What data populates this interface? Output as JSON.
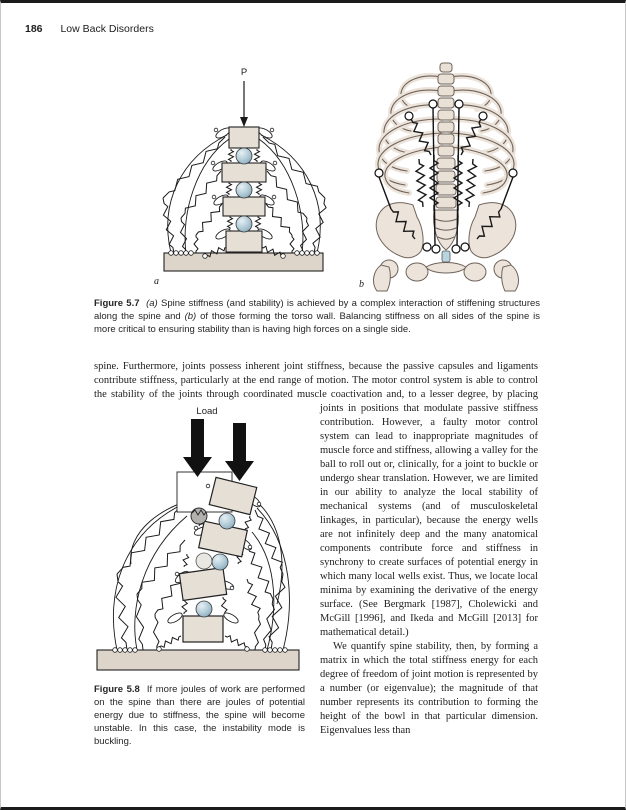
{
  "header": {
    "page_number": "186",
    "book_title": "Low Back Disorders"
  },
  "figure_5_7": {
    "part_a_label": "a",
    "part_b_label": "b",
    "force_label": "P",
    "caption_label": "Figure 5.7",
    "caption_a_marker": "(a)",
    "caption_text_1": " Spine stiffness (and stability) is achieved by a complex interaction of stiffening structures along the spine and ",
    "caption_b_marker": "(b)",
    "caption_text_2": " of those forming the torso wall. Balancing stiffness on all sides of the spine is more critical to ensuring stability than is having high forces on a single side."
  },
  "figure_5_8": {
    "load_label": "Load",
    "caption_label": "Figure 5.8",
    "caption_text": " If more joules of work are performed on the spine than there are joules of potential energy due to stiffness, the spine will become unstable. In this case, the instability mode is buckling."
  },
  "body": {
    "para1_part1": "spine. Furthermore, joints possess inherent joint stiffness, because the passive capsules and ligaments contribute stiffness, particularly at the end range of motion. The motor control system is able to control the stability of the joints through coordinated muscle coactivation and, to a",
    "para1_part2": " lesser degree, by placing joints in positions that modulate passive stiffness contribution. However, a faulty motor control system can lead to inappropriate magnitudes of muscle force and stiffness, allowing a valley for the ball to roll out or, clinically, for a joint to buckle or undergo shear translation. However, we are limited in our ability to analyze the local stability of mechanical systems (and of musculoskeletal linkages, in particular), because the energy wells are not infinitely deep and the many anatomical components contribute force and stiffness in synchrony to create surfaces of potential energy in which many local wells exist. Thus, we locate local minima by examining the derivative of the energy surface. (See Bergmark [1987], Cholewicki and McGill [1996], and Ikeda and McGill [2013] for mathematical detail.)",
    "para2": "We quantify spine stability, then, by forming a matrix in which the total stiffness energy for each degree of freedom of joint motion is represented by a number (or eigenvalue); the magnitude of that number represents its contribution to forming the height of the bowl in that particular dimension. Eigenvalues less than"
  },
  "colors": {
    "block_fill": "#e6dfd6",
    "ball_fill": "#aec9d6",
    "bone_fill": "#ece3da",
    "base_fill": "#ddd5c9",
    "spring_stroke": "#1a1a1a"
  }
}
